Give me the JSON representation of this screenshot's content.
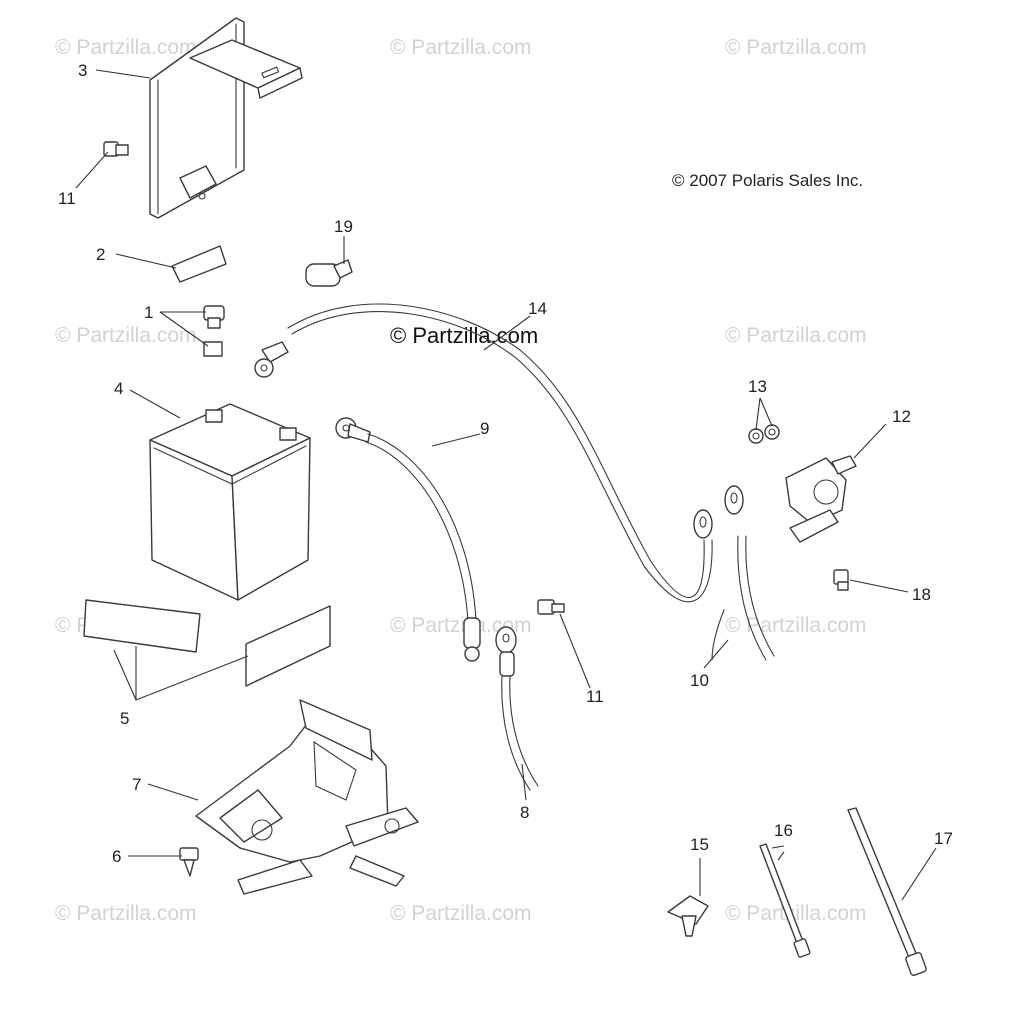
{
  "copyright": "© 2007 Polaris Sales Inc.",
  "watermark": {
    "faint": "© Partzilla.com",
    "main": "© Partzilla.com"
  },
  "callouts": [
    {
      "id": "c1",
      "label": "1"
    },
    {
      "id": "c2",
      "label": "2"
    },
    {
      "id": "c3",
      "label": "3"
    },
    {
      "id": "c4",
      "label": "4"
    },
    {
      "id": "c5",
      "label": "5"
    },
    {
      "id": "c6",
      "label": "6"
    },
    {
      "id": "c7",
      "label": "7"
    },
    {
      "id": "c8",
      "label": "8"
    },
    {
      "id": "c9",
      "label": "9"
    },
    {
      "id": "c10",
      "label": "10"
    },
    {
      "id": "c11a",
      "label": "11"
    },
    {
      "id": "c11b",
      "label": "11"
    },
    {
      "id": "c12",
      "label": "12"
    },
    {
      "id": "c13",
      "label": "13"
    },
    {
      "id": "c14",
      "label": "14"
    },
    {
      "id": "c15",
      "label": "15"
    },
    {
      "id": "c16",
      "label": "16"
    },
    {
      "id": "c17",
      "label": "17"
    },
    {
      "id": "c18",
      "label": "18"
    },
    {
      "id": "c19",
      "label": "19"
    }
  ]
}
